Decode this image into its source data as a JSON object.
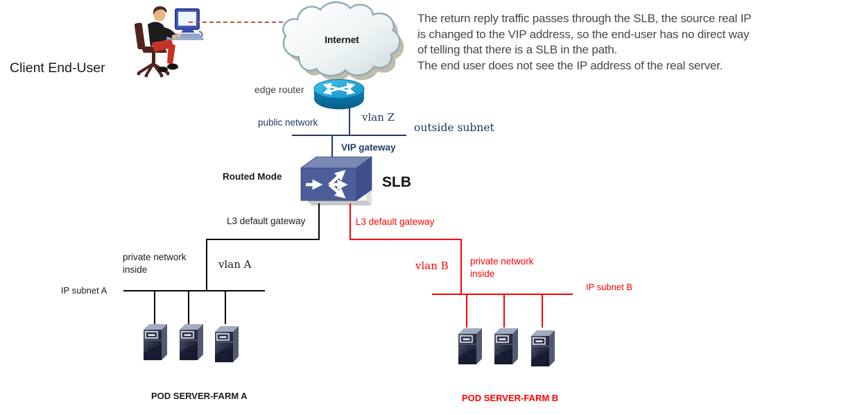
{
  "colors": {
    "navy": "#1e3a66",
    "red": "#fe0000",
    "black": "#111111",
    "paragraph_gray": "#474747",
    "dashed_link": "#cb4f38",
    "slb_box": "#4d5d99",
    "router_blue": "#0d7fb3",
    "server_dark": "#2b3248"
  },
  "client": {
    "label": "Client End-User"
  },
  "internet": {
    "label": "Internet"
  },
  "edge_router": {
    "label": "edge router"
  },
  "top_network": {
    "public_network": "public network",
    "vlan": "vlan Z",
    "outside_subnet": "outside subnet",
    "vip_gateway": "VIP gateway"
  },
  "slb": {
    "mode_label": "Routed Mode",
    "name": "SLB"
  },
  "left_pod": {
    "l3_label": "L3 default gateway",
    "private_network": "private network\ninside",
    "vlan": "vlan A",
    "subnet": "IP subnet A",
    "farm_label": "POD SERVER-FARM A"
  },
  "right_pod": {
    "l3_label": "L3 default gateway",
    "private_network": "private network\ninside",
    "vlan": "vlan B",
    "subnet": "IP subnet B",
    "farm_label": "POD SERVER-FARM B"
  },
  "annotation": {
    "text": "The return reply traffic passes through the SLB, the source real IP\nis changed to the VIP address, so the end-user has no direct way\nof telling that there is a SLB in the path.\nThe end user does not see the IP address of the real server."
  }
}
